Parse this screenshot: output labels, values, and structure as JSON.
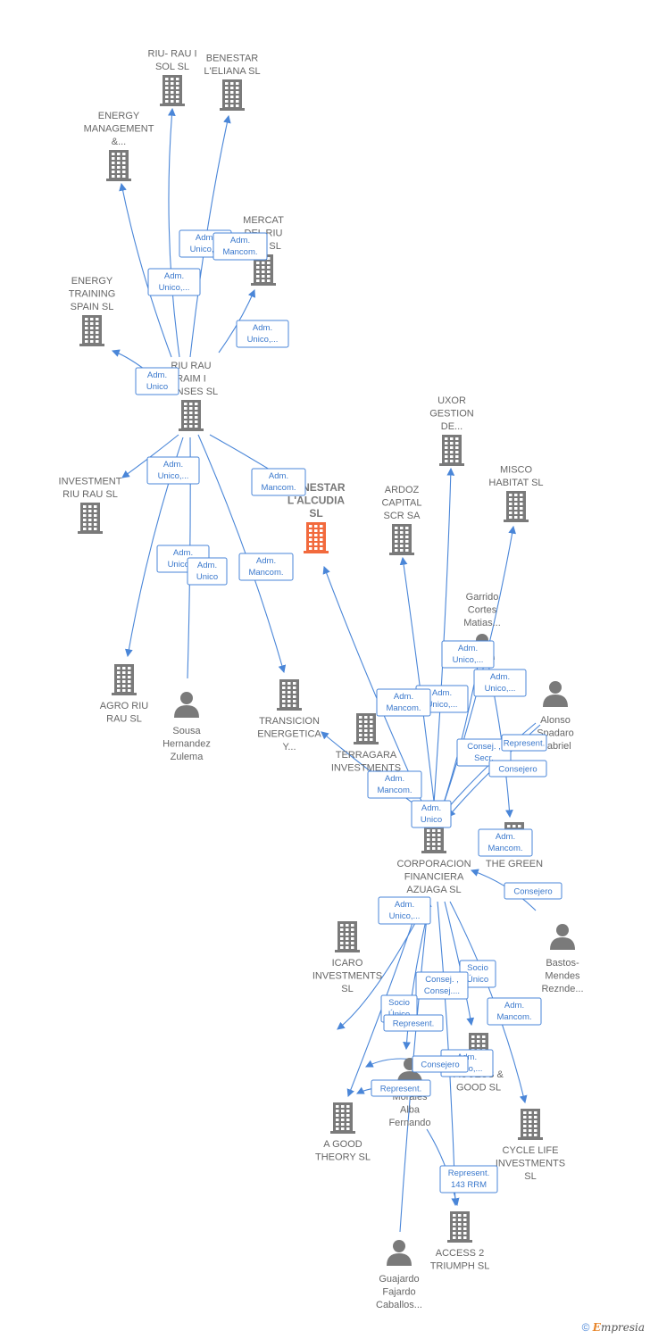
{
  "colors": {
    "edge": "#4a86d8",
    "company": "#7a7a7a",
    "focus": "#f26a3d",
    "person": "#7a7a7a",
    "label": "#666666"
  },
  "nodes": [
    {
      "id": "riu_rau_sol",
      "type": "company",
      "label": [
        "RIU- RAU I",
        "SOL  SL"
      ]
    },
    {
      "id": "benestar_eliana",
      "type": "company",
      "label": [
        "BENESTAR",
        "L'ELIANA  SL"
      ]
    },
    {
      "id": "energy_mgmt",
      "type": "company",
      "label": [
        "ENERGY",
        "MANAGEMENT",
        "&..."
      ]
    },
    {
      "id": "mercat",
      "type": "company",
      "label": [
        "MERCAT",
        "DEL RIU",
        "RAU  SL"
      ]
    },
    {
      "id": "energy_training",
      "type": "company",
      "label": [
        "ENERGY",
        "TRAINING",
        "SPAIN  SL"
      ]
    },
    {
      "id": "riu_rau_raim",
      "type": "company",
      "label": [
        "RIU RAU",
        "RAIM I",
        "PANSES  SL"
      ]
    },
    {
      "id": "investment_riu",
      "type": "company",
      "label": [
        "INVESTMENT",
        "RIU RAU  SL"
      ]
    },
    {
      "id": "benestar_alcudia",
      "type": "focus",
      "label": [
        "BENESTAR",
        "L'ALCUDIA",
        "SL"
      ]
    },
    {
      "id": "ardoz",
      "type": "company",
      "label": [
        "ARDOZ",
        "CAPITAL",
        "SCR SA"
      ]
    },
    {
      "id": "uxor",
      "type": "company",
      "label": [
        "UXOR",
        "GESTION",
        "DE..."
      ]
    },
    {
      "id": "misco",
      "type": "company",
      "label": [
        "MISCO",
        "HABITAT  SL"
      ]
    },
    {
      "id": "garrido",
      "type": "person",
      "label": [
        "Garrido",
        "Cortes",
        "Matias..."
      ]
    },
    {
      "id": "agro",
      "type": "company",
      "label": [
        "AGRO RIU",
        "RAU  SL"
      ]
    },
    {
      "id": "sousa",
      "type": "person",
      "label": [
        "Sousa",
        "Hernandez",
        "Zulema"
      ]
    },
    {
      "id": "transicion",
      "type": "company",
      "label": [
        "TRANSICION",
        "ENERGETICA",
        "Y..."
      ]
    },
    {
      "id": "terragara",
      "type": "company",
      "label": [
        "TERRAGARA",
        "INVESTMENTS"
      ]
    },
    {
      "id": "alonso",
      "type": "person",
      "label": [
        "Alonso",
        "Spadaro",
        "Gabriel"
      ]
    },
    {
      "id": "corporacion",
      "type": "company",
      "label": [
        "CORPORACION",
        "FINANCIERA",
        "AZUAGA  SL"
      ]
    },
    {
      "id": "green",
      "type": "company",
      "label": [
        "THE GREEN",
        ""
      ]
    },
    {
      "id": "icaro",
      "type": "company",
      "label": [
        "ICARO",
        "INVESTMENTS",
        "SL"
      ]
    },
    {
      "id": "bastos",
      "type": "person",
      "label": [
        "Bastos-",
        "Mendes",
        "Reznde..."
      ]
    },
    {
      "id": "access_good",
      "type": "company",
      "label": [
        "ACCESS &",
        "GOOD  SL"
      ]
    },
    {
      "id": "morales",
      "type": "person",
      "label": [
        "Morales",
        "Alba",
        "Fernando"
      ]
    },
    {
      "id": "a_good_theory",
      "type": "company",
      "label": [
        "A GOOD",
        "THEORY  SL"
      ]
    },
    {
      "id": "cycle_life",
      "type": "company",
      "label": [
        "CYCLE LIFE",
        "INVESTMENTS",
        "SL"
      ]
    },
    {
      "id": "access2",
      "type": "company",
      "label": [
        "ACCESS 2",
        "TRIUMPH  SL"
      ]
    },
    {
      "id": "guajardo",
      "type": "person",
      "label": [
        "Guajardo",
        "Fajardo",
        "Caballos..."
      ]
    }
  ],
  "relations": [
    {
      "id": "r1",
      "lines": [
        "Adm.",
        "Unico,..."
      ]
    },
    {
      "id": "r2",
      "lines": [
        "Adm.",
        "Mancom."
      ]
    },
    {
      "id": "r3",
      "lines": [
        "Adm.",
        "Unico,..."
      ]
    },
    {
      "id": "r4",
      "lines": [
        "Adm.",
        "Unico,..."
      ]
    },
    {
      "id": "r5",
      "lines": [
        "Adm.",
        "Unico"
      ]
    },
    {
      "id": "r6",
      "lines": [
        "Adm.",
        "Unico,..."
      ]
    },
    {
      "id": "r7",
      "lines": [
        "Adm.",
        "Mancom."
      ]
    },
    {
      "id": "r8",
      "lines": [
        "Adm.",
        "Unico,..."
      ]
    },
    {
      "id": "r9",
      "lines": [
        "Adm.",
        "Unico"
      ]
    },
    {
      "id": "r10",
      "lines": [
        "Adm.",
        "Mancom."
      ]
    },
    {
      "id": "r11",
      "lines": [
        "Adm.",
        "Unico,..."
      ]
    },
    {
      "id": "r12",
      "lines": [
        "Adm.",
        "Unico,..."
      ]
    },
    {
      "id": "r13",
      "lines": [
        "Adm.",
        "Mancom."
      ]
    },
    {
      "id": "r14",
      "lines": [
        "Adm.",
        "Unico,..."
      ]
    },
    {
      "id": "r15",
      "lines": [
        "Consej. ,",
        "Secr."
      ]
    },
    {
      "id": "r16",
      "lines": [
        "Represent."
      ]
    },
    {
      "id": "r17",
      "lines": [
        "Consejero"
      ]
    },
    {
      "id": "r18",
      "lines": [
        "Adm.",
        "Mancom."
      ]
    },
    {
      "id": "r19",
      "lines": [
        "Adm.",
        "Unico"
      ]
    },
    {
      "id": "r20",
      "lines": [
        "Adm.",
        "Mancom."
      ]
    },
    {
      "id": "r21",
      "lines": [
        "Consejero"
      ]
    },
    {
      "id": "r22",
      "lines": [
        "Adm.",
        "Unico,..."
      ]
    },
    {
      "id": "r23",
      "lines": [
        "Socio",
        "Único"
      ]
    },
    {
      "id": "r24",
      "lines": [
        "Consej. ,",
        "Consej...."
      ]
    },
    {
      "id": "r25",
      "lines": [
        "Socio",
        "Único"
      ]
    },
    {
      "id": "r26",
      "lines": [
        "Adm.",
        "Mancom."
      ]
    },
    {
      "id": "r27",
      "lines": [
        "Represent."
      ]
    },
    {
      "id": "r28",
      "lines": [
        "Adm.",
        "Unico,..."
      ]
    },
    {
      "id": "r29",
      "lines": [
        "Consejero"
      ]
    },
    {
      "id": "r30",
      "lines": [
        "Represent."
      ]
    },
    {
      "id": "r31",
      "lines": [
        "Represent.",
        "143 RRM"
      ]
    }
  ],
  "footer": {
    "copyright": "©",
    "brand_first": "E",
    "brand_rest": "mpresia"
  }
}
